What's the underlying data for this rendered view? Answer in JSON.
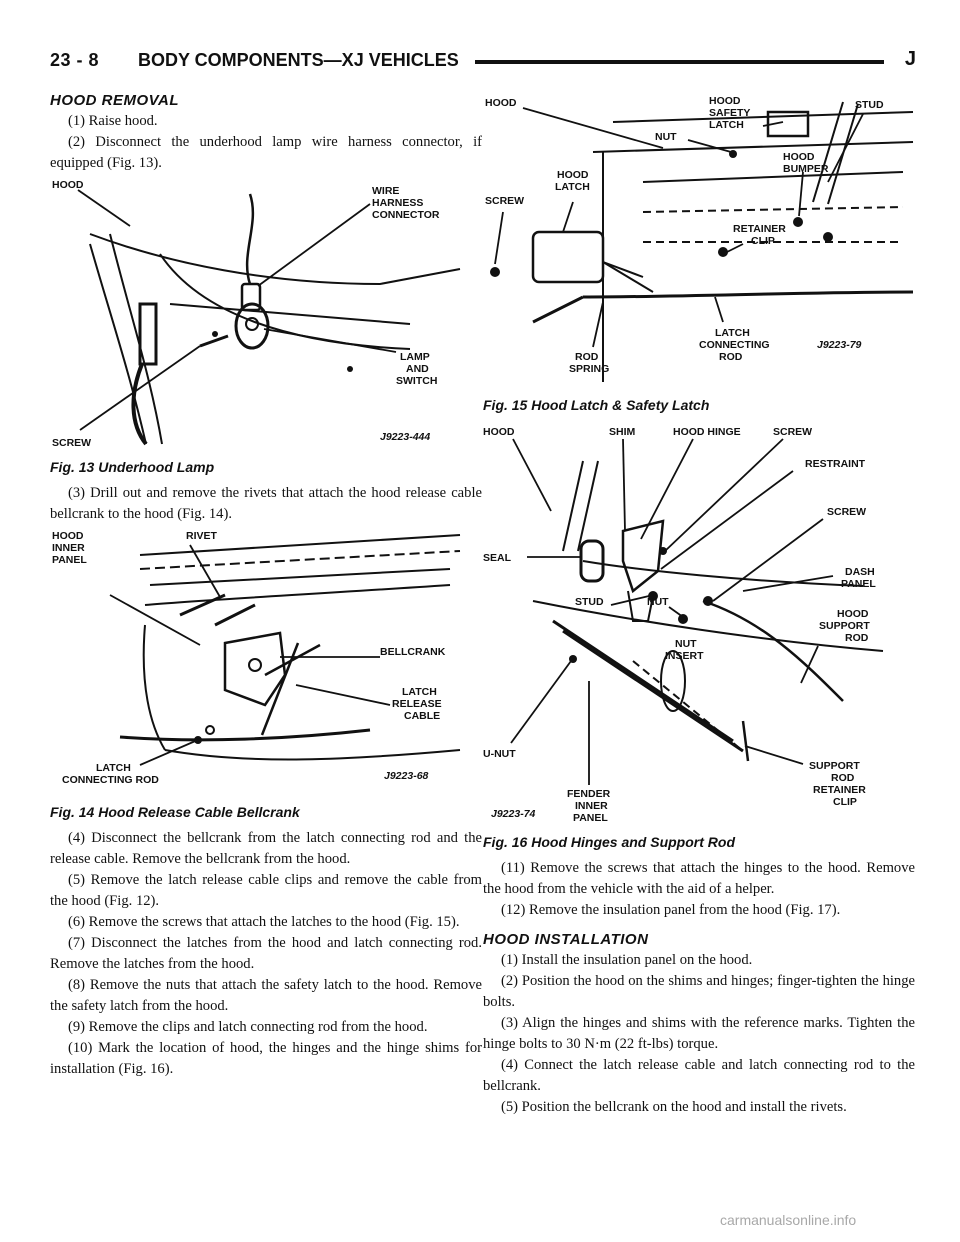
{
  "header": {
    "page": "23 - 8",
    "title": "BODY COMPONENTS—XJ VEHICLES",
    "mark": "J"
  },
  "left": {
    "heading": "HOOD REMOVAL",
    "step1": "(1) Raise hood.",
    "step2": "(2) Disconnect the underhood lamp wire harness connector, if equipped (Fig. 13).",
    "fig13": {
      "caption": "Fig. 13 Underhood Lamp",
      "code": "J9223-444",
      "labels": {
        "hood": "HOOD",
        "wire1": "WIRE",
        "wire2": "HARNESS",
        "wire3": "CONNECTOR",
        "lamp1": "LAMP",
        "lamp2": "AND",
        "lamp3": "SWITCH",
        "screw": "SCREW"
      }
    },
    "step3": "(3) Drill out and remove the rivets that attach the hood release cable bellcrank to the hood (Fig. 14).",
    "fig14": {
      "caption": "Fig. 14 Hood Release Cable Bellcrank",
      "code": "J9223-68",
      "labels": {
        "inner1": "HOOD",
        "inner2": "INNER",
        "inner3": "PANEL",
        "rivet": "RIVET",
        "bellcrank": "BELLCRANK",
        "rel1": "LATCH",
        "rel2": "RELEASE",
        "rel3": "CABLE",
        "rod1": "LATCH",
        "rod2": "CONNECTING ROD"
      }
    },
    "step4": "(4) Disconnect the bellcrank from the latch connecting rod and the release cable. Remove the bellcrank from the hood.",
    "step5": "(5) Remove the latch release cable clips and remove the cable from the hood (Fig. 12).",
    "step6": "(6) Remove the screws that attach the latches to the hood (Fig. 15).",
    "step7": "(7) Disconnect the latches from the hood and latch connecting rod. Remove the latches from the hood.",
    "step8": "(8) Remove the nuts that attach the safety latch to the hood. Remove the safety latch from the hood.",
    "step9": "(9) Remove the clips and latch connecting rod from the hood.",
    "step10": "(10) Mark the location of hood, the hinges and the hinge shims for installation (Fig. 16)."
  },
  "right": {
    "fig15": {
      "caption": "Fig. 15 Hood Latch & Safety Latch",
      "code": "J9223-79",
      "labels": {
        "hood": "HOOD",
        "nut": "NUT",
        "safe1": "HOOD",
        "safe2": "SAFETY",
        "safe3": "LATCH",
        "stud": "STUD",
        "bump1": "HOOD",
        "bump2": "BUMPER",
        "screw": "SCREW",
        "latch1": "HOOD",
        "latch2": "LATCH",
        "ret1": "RETAINER",
        "ret2": "CLIP",
        "rod1": "ROD",
        "rod2": "SPRING",
        "lcr1": "LATCH",
        "lcr2": "CONNECTING",
        "lcr3": "ROD"
      }
    },
    "fig16": {
      "caption": "Fig. 16 Hood Hinges and Support Rod",
      "code": "J9223-74",
      "labels": {
        "hood": "HOOD",
        "shim": "SHIM",
        "hinge": "HOOD HINGE",
        "screw1": "SCREW",
        "restraint": "RESTRAINT",
        "screw2": "SCREW",
        "seal": "SEAL",
        "dash1": "DASH",
        "dash2": "PANEL",
        "stud": "STUD",
        "nut": "NUT",
        "sup1": "HOOD",
        "sup2": "SUPPORT",
        "sup3": "ROD",
        "ins1": "NUT",
        "ins2": "INSERT",
        "unut": "U-NUT",
        "fend1": "FENDER",
        "fend2": "INNER",
        "fend3": "PANEL",
        "clip1": "SUPPORT",
        "clip2": "ROD",
        "clip3": "RETAINER",
        "clip4": "CLIP"
      }
    },
    "step11": "(11) Remove the screws that attach the hinges to the hood. Remove the hood from the vehicle with the aid of a helper.",
    "step12": "(12) Remove the insulation panel from the hood (Fig. 17).",
    "heading2": "HOOD INSTALLATION",
    "i1": "(1) Install the insulation panel on the hood.",
    "i2": "(2) Position the hood on the shims and hinges; finger-tighten the hinge bolts.",
    "i3": "(3) Align the hinges and shims with the reference marks. Tighten the hinge bolts to 30 N·m (22 ft-lbs) torque.",
    "i4": "(4) Connect the latch release cable and latch connecting rod to the bellcrank.",
    "i5": "(5) Position the bellcrank on the hood and install the rivets."
  },
  "watermark": "carmanualsonline.info"
}
